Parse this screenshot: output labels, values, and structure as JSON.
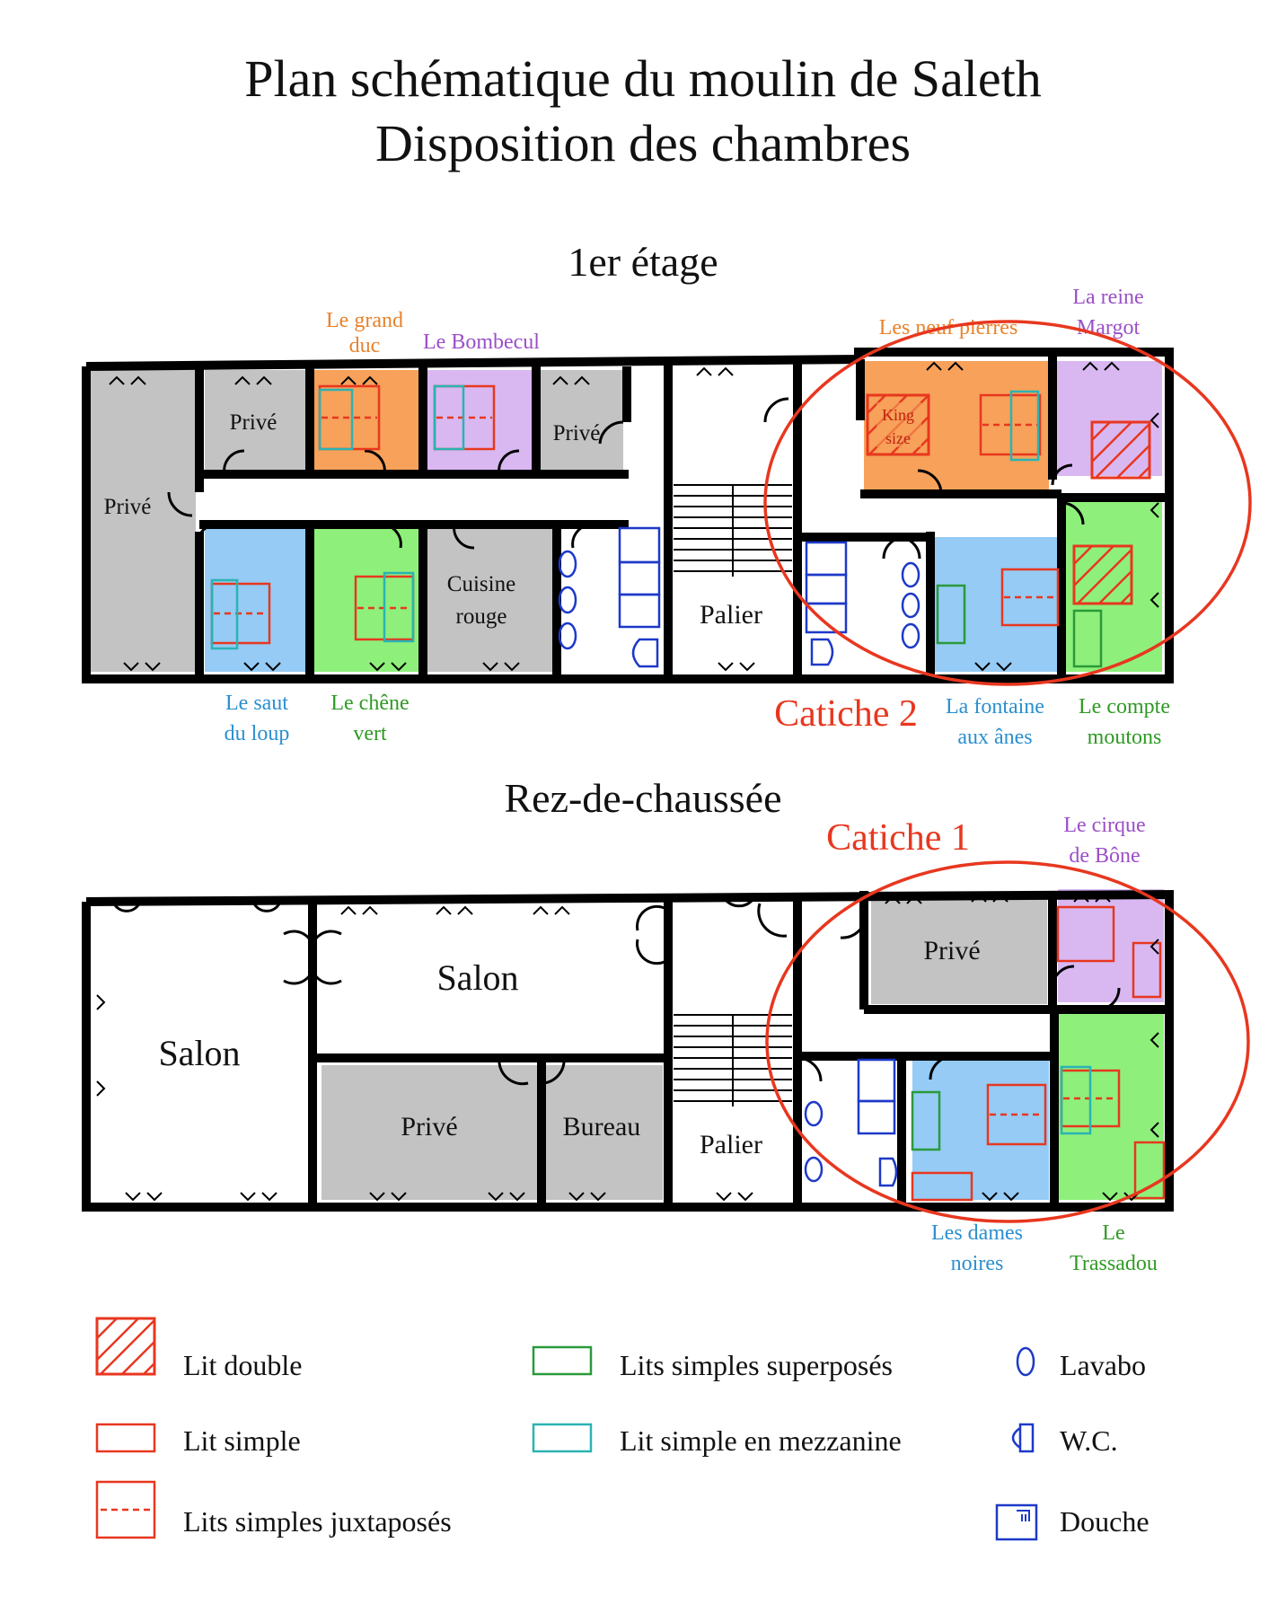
{
  "title": {
    "line1": "Plan schématique du moulin de Saleth",
    "line2": "Disposition des chambres"
  },
  "floors": {
    "upper": {
      "title": "1er étage",
      "rooms": {
        "prive_1": "Privé",
        "prive_2": "Privé",
        "prive_3": "Privé",
        "grand_duc": [
          "Le grand",
          "duc"
        ],
        "bombecul": "Le Bombecul",
        "neuf_pierres": "Les neuf pierres",
        "reine_margot": [
          "La reine",
          "Margot"
        ],
        "saut_du_loup": [
          "Le saut",
          "du loup"
        ],
        "chene_vert": [
          "Le chêne",
          "vert"
        ],
        "cuisine_rouge": [
          "Cuisine",
          "rouge"
        ],
        "palier": "Palier",
        "fontaine": [
          "La fontaine",
          "aux ânes"
        ],
        "compte_moutons": [
          "Le compte",
          "moutons"
        ],
        "king_size": [
          "King",
          "size"
        ]
      },
      "catiche": "Catiche 2"
    },
    "ground": {
      "title": "Rez-de-chaussée",
      "rooms": {
        "salon_1": "Salon",
        "salon_2": "Salon",
        "prive_1": "Privé",
        "prive_2": "Privé",
        "bureau": "Bureau",
        "palier": "Palier",
        "cirque_bone": [
          "Le cirque",
          "de Bône"
        ],
        "dames_noires": [
          "Les dames",
          "noires"
        ],
        "trassadou": [
          "Le",
          "Trassadou"
        ]
      },
      "catiche": "Catiche 1"
    }
  },
  "legend": {
    "lit_double": "Lit double",
    "lit_simple": "Lit simple",
    "lits_juxtaposes": "Lits simples juxtaposés",
    "lits_superposes": "Lits simples superposés",
    "lit_mezzanine": "Lit simple en mezzanine",
    "lavabo": "Lavabo",
    "wc": "W.C.",
    "douche": "Douche"
  },
  "colors": {
    "gray": "#c3c3c3",
    "orange": "#f7a15a",
    "purple": "#d9b8f2",
    "blue": "#95cbf5",
    "green": "#8ef07a",
    "wall": "#000000",
    "red": "#e8371f",
    "orange_text": "#e8822c",
    "purple_text": "#9b4fc8",
    "blue_text": "#2a8fd0",
    "green_text": "#2f9a24",
    "fixture_blue": "#1d39c8",
    "mezz": "#2bb3b3",
    "bunk": "#2a9a3a"
  }
}
